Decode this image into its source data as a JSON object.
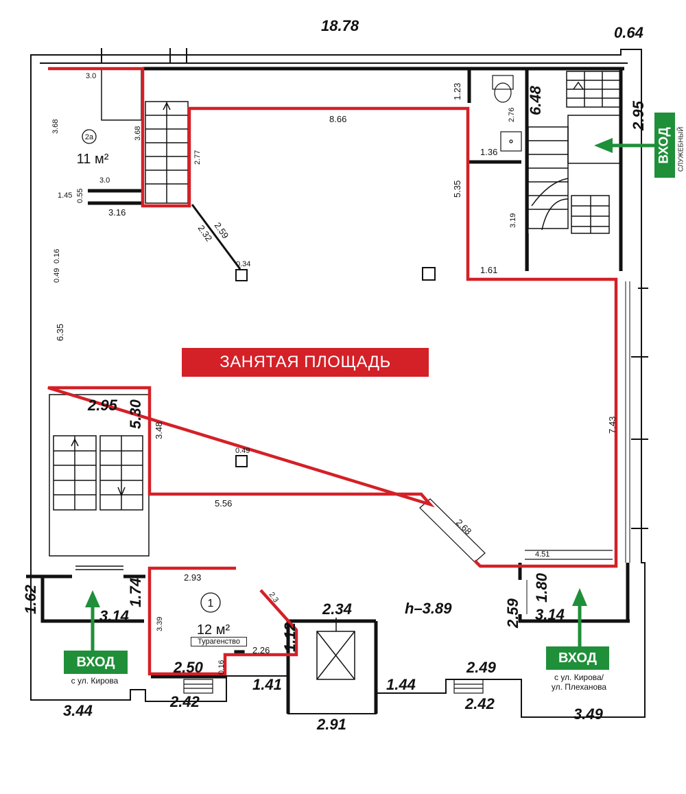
{
  "occupied_label": "ЗАНЯТАЯ ПЛОЩАДЬ",
  "entrances": {
    "service": {
      "label": "ВХОД",
      "note": "СЛУЖЕБНЫЙ"
    },
    "kirova": {
      "label": "ВХОД",
      "note": "с ул. Кирова"
    },
    "kirova_plekhanova": {
      "label": "ВХОД",
      "note_line1": "с ул. Кирова/",
      "note_line2": "ул. Плеханова"
    }
  },
  "rooms": {
    "room_2a": {
      "number": "2а",
      "area": "11 м²"
    },
    "room_1": {
      "number": "1",
      "area": "12 м²",
      "tag": "Турагенство"
    }
  },
  "height_label": "h–3.89",
  "outer_dims": {
    "top": "18.78",
    "top_right": "0.64",
    "right_upper": "6.48",
    "right_mid": "2.95",
    "stair_w": "2.95",
    "stair_h": "5.30",
    "left_bottom": "1.62",
    "vest_left_h": "1.74",
    "vest_left_w": "3.14",
    "step_left": "2.50",
    "step_left_low": "2.42",
    "wall_a": "1.12",
    "lift_w": "2.34",
    "low_left": "1.41",
    "low_right": "1.44",
    "bottom_mid": "2.91",
    "step_right": "2.49",
    "step_right_low": "2.42",
    "right_vest_1": "2.59",
    "right_vest_2": "1.80",
    "vest_right_w": "3.14",
    "bottom_left": "3.44",
    "bottom_right": "3.49"
  },
  "inner_dims": {
    "d_3_0_top": "3.0",
    "d_3_68_a": "3.68",
    "d_3_68_b": "3.68",
    "d_3_0_mid": "3.0",
    "d_1_45": "1.45",
    "d_0_55": "0.55",
    "d_3_16": "3.16",
    "d_2_77": "2.77",
    "d_2_32": "2.32",
    "d_2_59": "2.59",
    "d_0_34": "0.34",
    "d_8_66": "8.66",
    "d_1_23": "1.23",
    "d_2_76": "2.76",
    "d_1_36": "1.36",
    "d_5_35": "5.35",
    "d_3_19": "3.19",
    "d_1_61": "1.61",
    "d_0_16_a": "0.16",
    "d_0_49_a": "0.49",
    "d_6_35": "6.35",
    "d_3_48": "3.48",
    "d_0_49_b": "0.49",
    "d_7_43": "7.43",
    "d_5_56": "5.56",
    "d_2_68": "2.68",
    "d_4_51": "4.51",
    "d_2_93": "2.93",
    "d_2_3": "2.3",
    "d_3_39": "3.39",
    "d_2_26": "2.26",
    "d_0_16_b": "0.16"
  },
  "colors": {
    "occupied_red": "#d42027",
    "entrance_green": "#1f8f3a",
    "wall": "#111111"
  }
}
